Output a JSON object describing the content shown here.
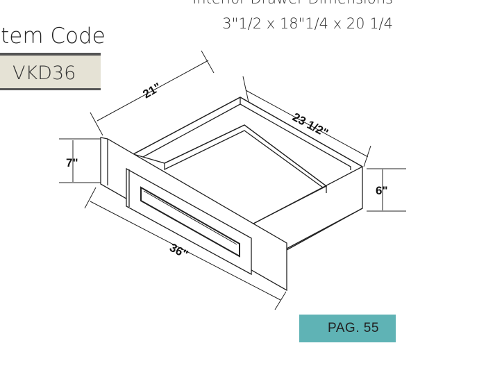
{
  "header": {
    "interior_title": "Interior Drawer Dimensions",
    "interior_dims": "3\"1/2 x 18\"1/4 x 20 1/4"
  },
  "item_code": {
    "label": "Item  Code",
    "value": "VKD36"
  },
  "drawing": {
    "dimensions": {
      "depth": "21\"",
      "drawer_depth": "23 1/2\"",
      "front_height": "7\"",
      "box_height": "6\"",
      "width": "36\""
    }
  },
  "page": {
    "label": "PAG. 55",
    "color": "#5fb3b5"
  },
  "colors": {
    "code_box": "#e5e2d5"
  }
}
